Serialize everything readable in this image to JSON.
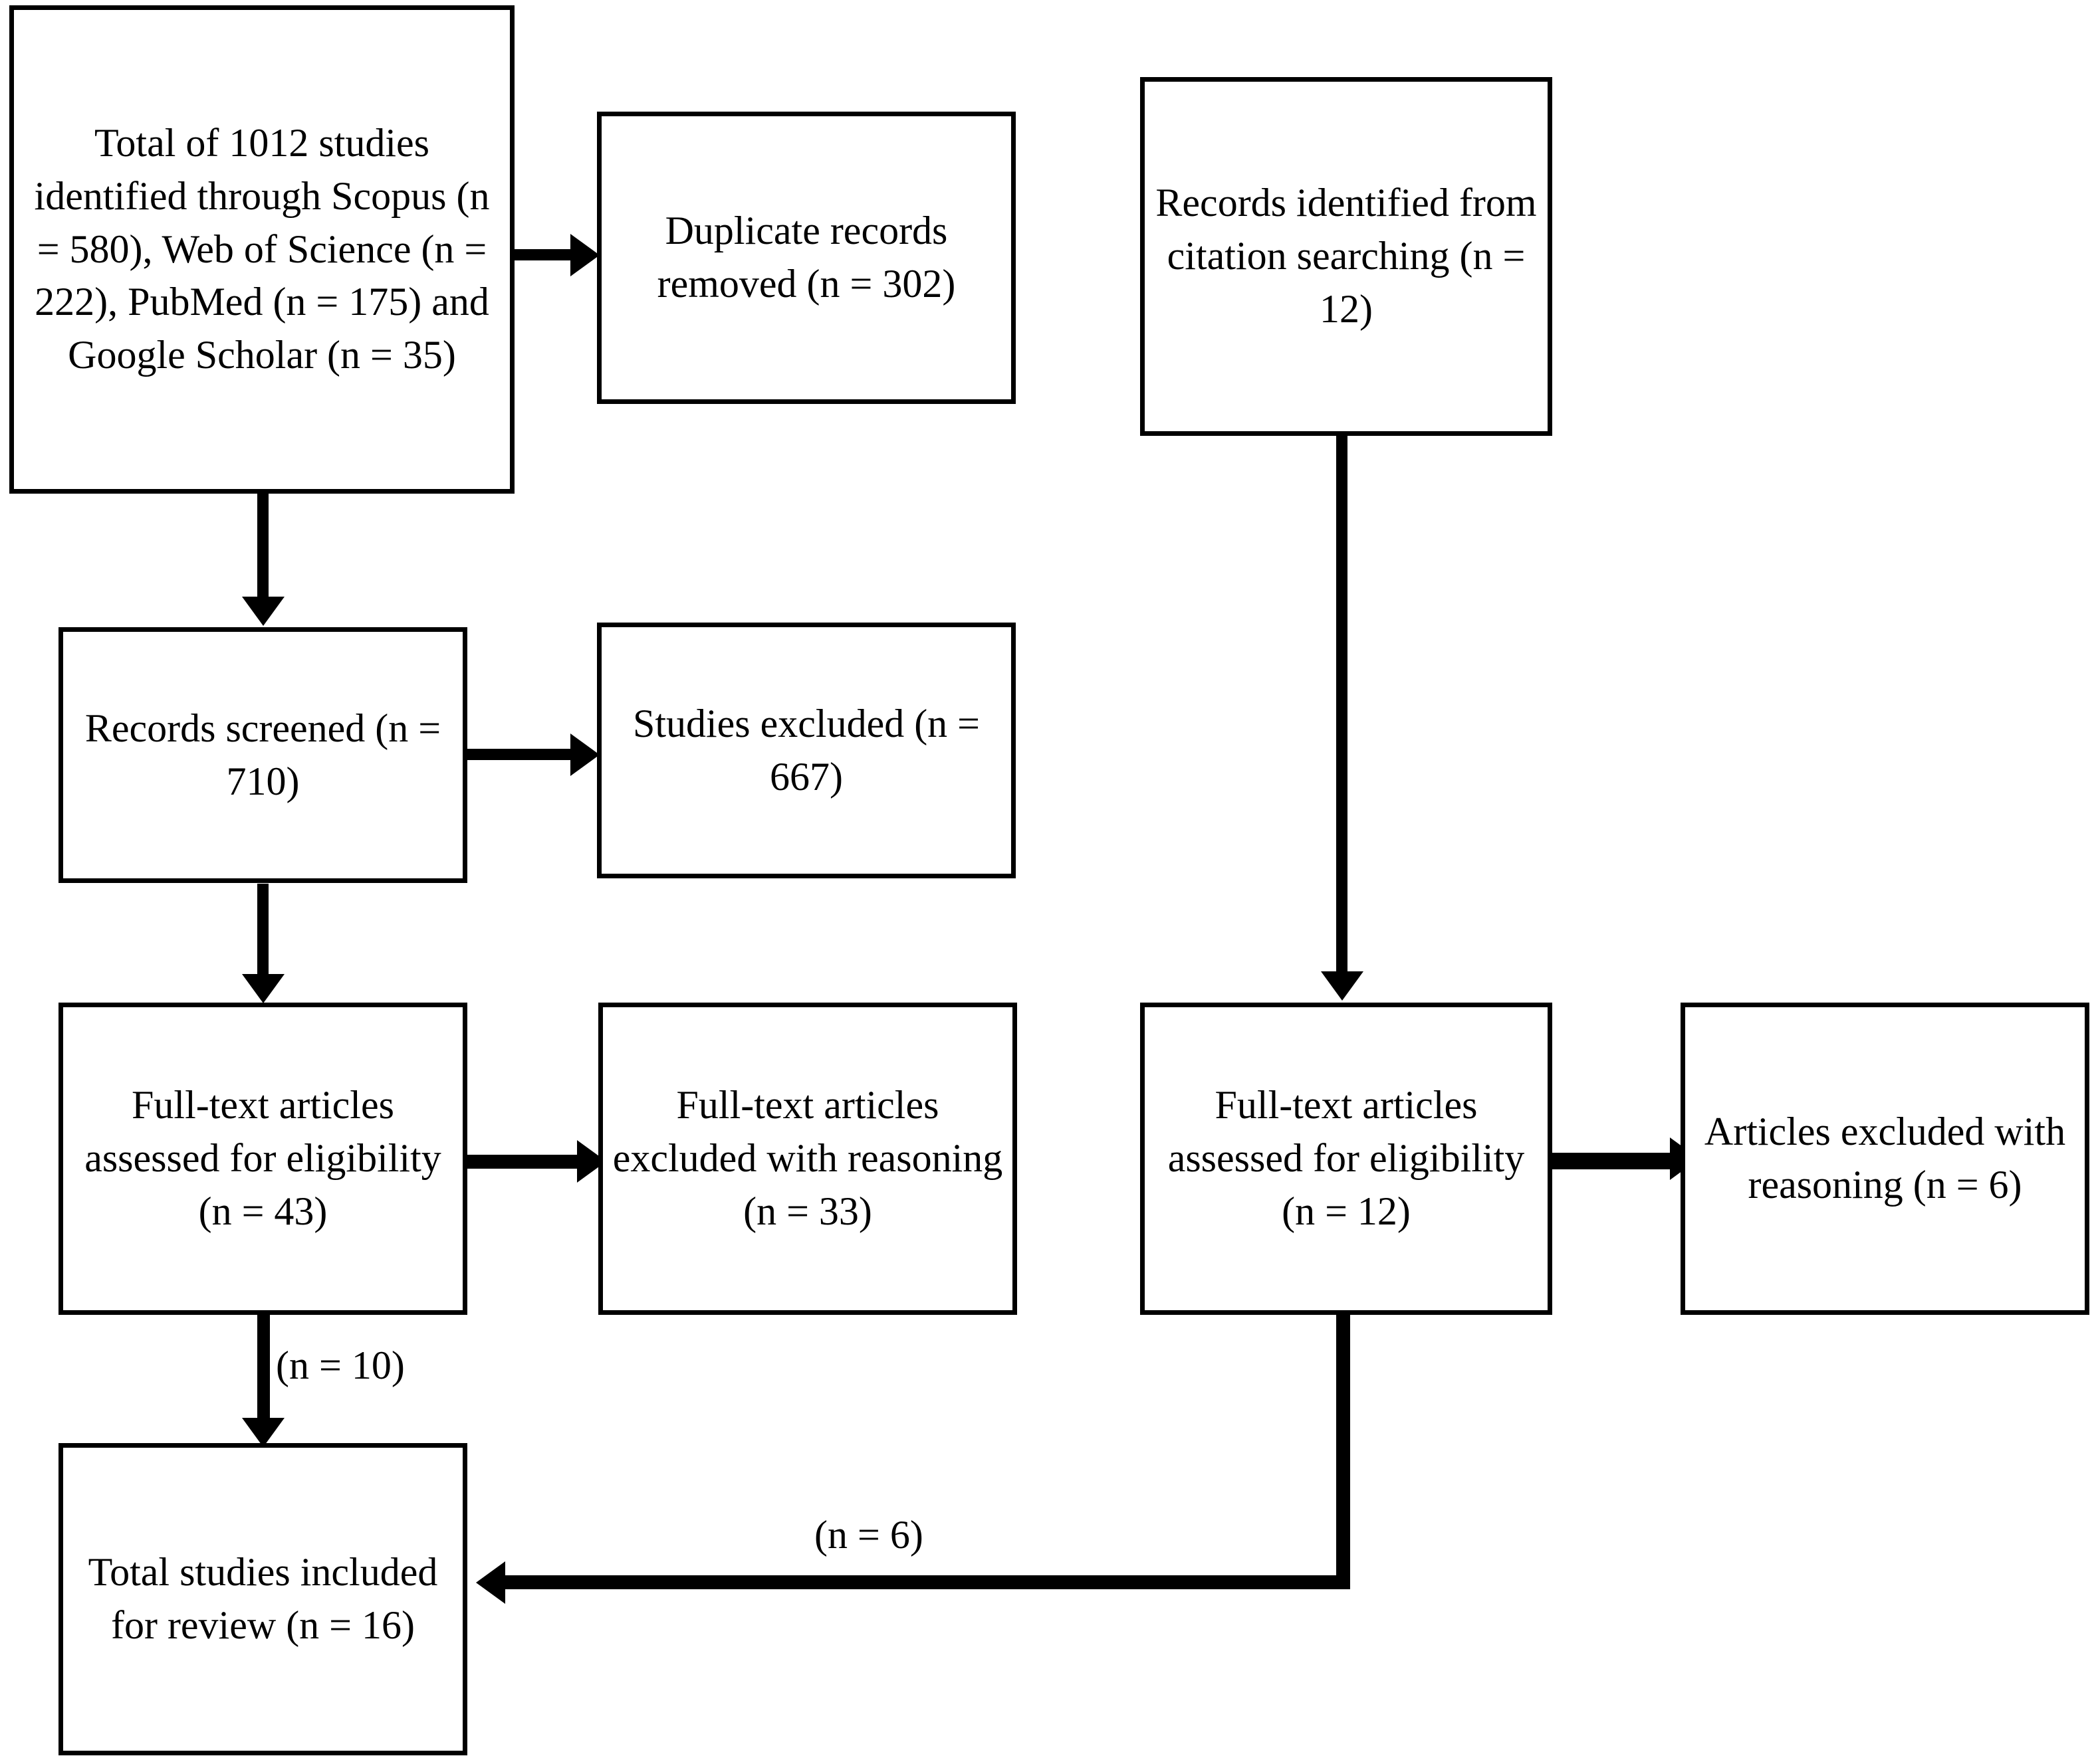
{
  "diagram": {
    "type": "prisma-flow-diagram",
    "nodes": [
      {
        "id": "identified",
        "text": "Total of 1012 studies identified through Scopus (n = 580), Web of Science (n = 222), PubMed (n = 175) and Google Scholar (n = 35)"
      },
      {
        "id": "duplicates",
        "text": "Duplicate records removed (n = 302)"
      },
      {
        "id": "citation",
        "text": "Records identified from citation searching (n = 12)"
      },
      {
        "id": "screened",
        "text": "Records screened (n = 710)"
      },
      {
        "id": "excluded-screen",
        "text": "Studies excluded (n = 667)"
      },
      {
        "id": "fulltext-db",
        "text": "Full-text articles assessed for eligibility (n = 43)"
      },
      {
        "id": "fulltext-db-excluded",
        "text": "Full-text articles excluded with reasoning (n = 33)"
      },
      {
        "id": "fulltext-cite",
        "text": "Full-text articles assessed for eligibility (n = 12)"
      },
      {
        "id": "fulltext-cite-excluded",
        "text": "Articles excluded with reasoning (n = 6)"
      },
      {
        "id": "included",
        "text": "Total studies included for review (n = 16)"
      }
    ],
    "edge_labels": {
      "db_to_included": "(n = 10)",
      "cite_to_included": "(n = 6)"
    },
    "counts": {
      "total_identified": 1012,
      "scopus": 580,
      "web_of_science": 222,
      "pubmed": 175,
      "google_scholar": 35,
      "duplicates_removed": 302,
      "citation_records": 12,
      "records_screened": 710,
      "studies_excluded": 667,
      "fulltext_assessed_db": 43,
      "fulltext_excluded_db": 33,
      "fulltext_assessed_cite": 12,
      "articles_excluded_cite": 6,
      "included_from_db": 10,
      "included_from_cite": 6,
      "total_included": 16
    },
    "colors": {
      "stroke": "#000000",
      "fill": "#ffffff",
      "text": "#000000"
    }
  }
}
